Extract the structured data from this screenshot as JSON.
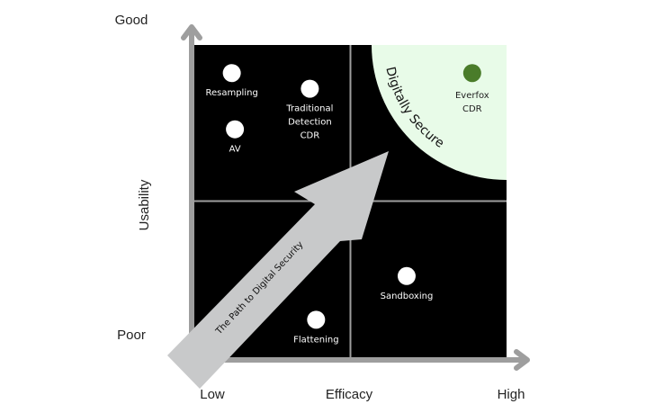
{
  "chart_data": {
    "type": "scatter",
    "title": "",
    "xlabel": "Efficacy",
    "ylabel": "Usability",
    "x_ticks": [
      "Low",
      "High"
    ],
    "y_ticks": [
      "Poor",
      "Good"
    ],
    "xlim": [
      0,
      1
    ],
    "ylim": [
      0,
      1
    ],
    "quadrant_split": [
      0.5,
      0.5
    ],
    "grid": true,
    "points": [
      {
        "label": [
          "Resampling"
        ],
        "x": 0.12,
        "y": 0.91,
        "color": "#ffffff"
      },
      {
        "label": [
          "AV"
        ],
        "x": 0.13,
        "y": 0.73,
        "color": "#ffffff"
      },
      {
        "label": [
          "Traditional",
          "Detection",
          "CDR"
        ],
        "x": 0.37,
        "y": 0.86,
        "color": "#ffffff"
      },
      {
        "label": [
          "Everfox",
          "CDR"
        ],
        "x": 0.89,
        "y": 0.91,
        "color": "#4a7c2a"
      },
      {
        "label": [
          "Sandboxing"
        ],
        "x": 0.68,
        "y": 0.26,
        "color": "#ffffff"
      },
      {
        "label": [
          "Flattening"
        ],
        "x": 0.39,
        "y": 0.12,
        "color": "#ffffff"
      }
    ],
    "regions": [
      {
        "label": "Digitally Secure",
        "color": "#e8fbe8",
        "position": "top-right"
      }
    ],
    "annotations": [
      {
        "text": "The Path to Digital Security",
        "type": "arrow",
        "from": "bottom-left",
        "to": "center-top-right"
      }
    ],
    "colors": {
      "background": "#000000",
      "axis": "#9e9e9e",
      "arrow": "#c8c9ca",
      "grid": "#9e9e9e"
    }
  }
}
